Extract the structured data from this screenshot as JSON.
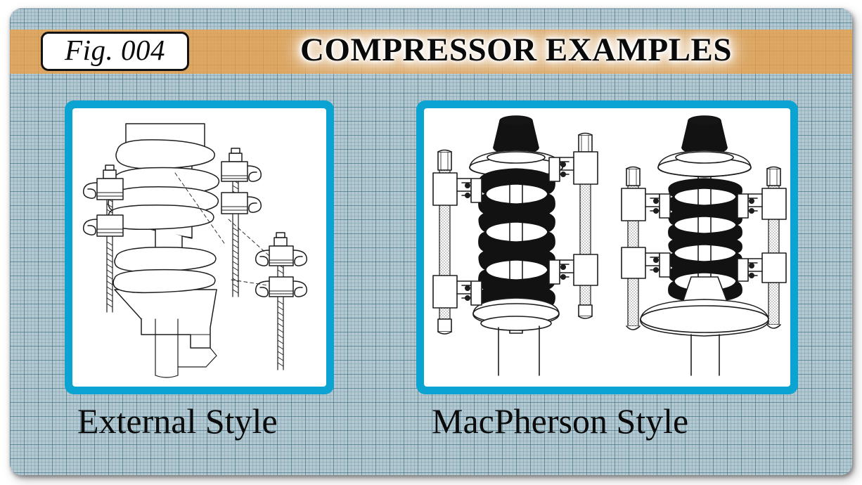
{
  "figure": {
    "badge_label": "Fig. 004",
    "title": "COMPRESSOR EXAMPLES"
  },
  "colors": {
    "panel_frame": "#0aa3d2",
    "header_band": "#e8a048",
    "grid_paper": "#b3c9d2",
    "grid_line": "#3c697d",
    "text": "#0b0b0b",
    "illustration_ink": "#1a1a1a"
  },
  "panels": [
    {
      "id": "external-style",
      "caption": "External Style",
      "illustration": "external-spring-compressor-diagram"
    },
    {
      "id": "macpherson-style",
      "caption": "MacPherson Style",
      "illustration": "macpherson-strut-compressor-diagram"
    }
  ]
}
